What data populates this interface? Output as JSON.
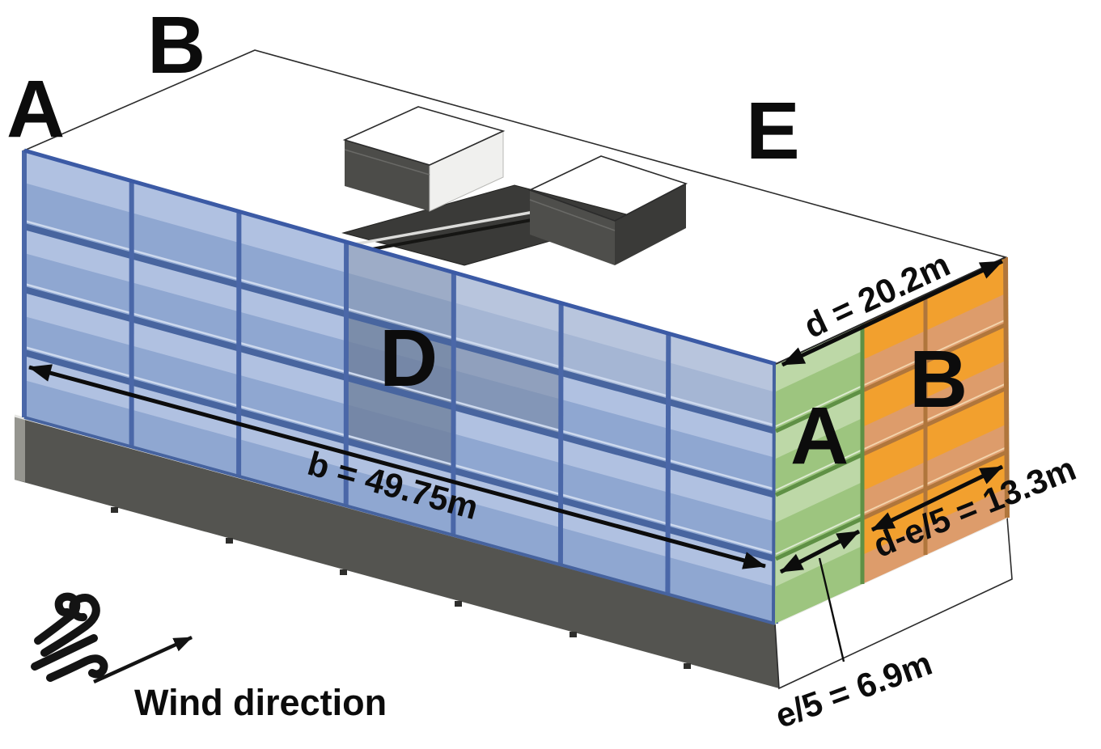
{
  "labels": {
    "zone_a_upwind_corner": "A",
    "zone_b_top": "B",
    "zone_e_leeward": "E",
    "zone_d_windward_face": "D",
    "zone_a_side_face": "A",
    "zone_b_side_face": "B"
  },
  "dimensions": {
    "building_width": "b = 49.75m",
    "building_depth": "d = 20.2m",
    "depth_minus_edge_strip": "d-e/5 = 13.3m",
    "edge_strip": "e/5 = 6.9m"
  },
  "wind": {
    "direction_label": "Wind direction"
  },
  "colors": {
    "zone-d-blue": "#8fa7d1",
    "zone-d-blue-light": "#b0c1e1",
    "zone-a-green": "#9dc57f",
    "zone-a-green-light": "#bdd8a7",
    "zone-b-orange": "#dd9c6b",
    "zone-b-orange-bright": "#f2a02e",
    "roof-gray": "#c8c8c6",
    "plinth-dark": "#545450",
    "plinth-light": "#c5c5c3",
    "ink": "#0c0c0c"
  }
}
